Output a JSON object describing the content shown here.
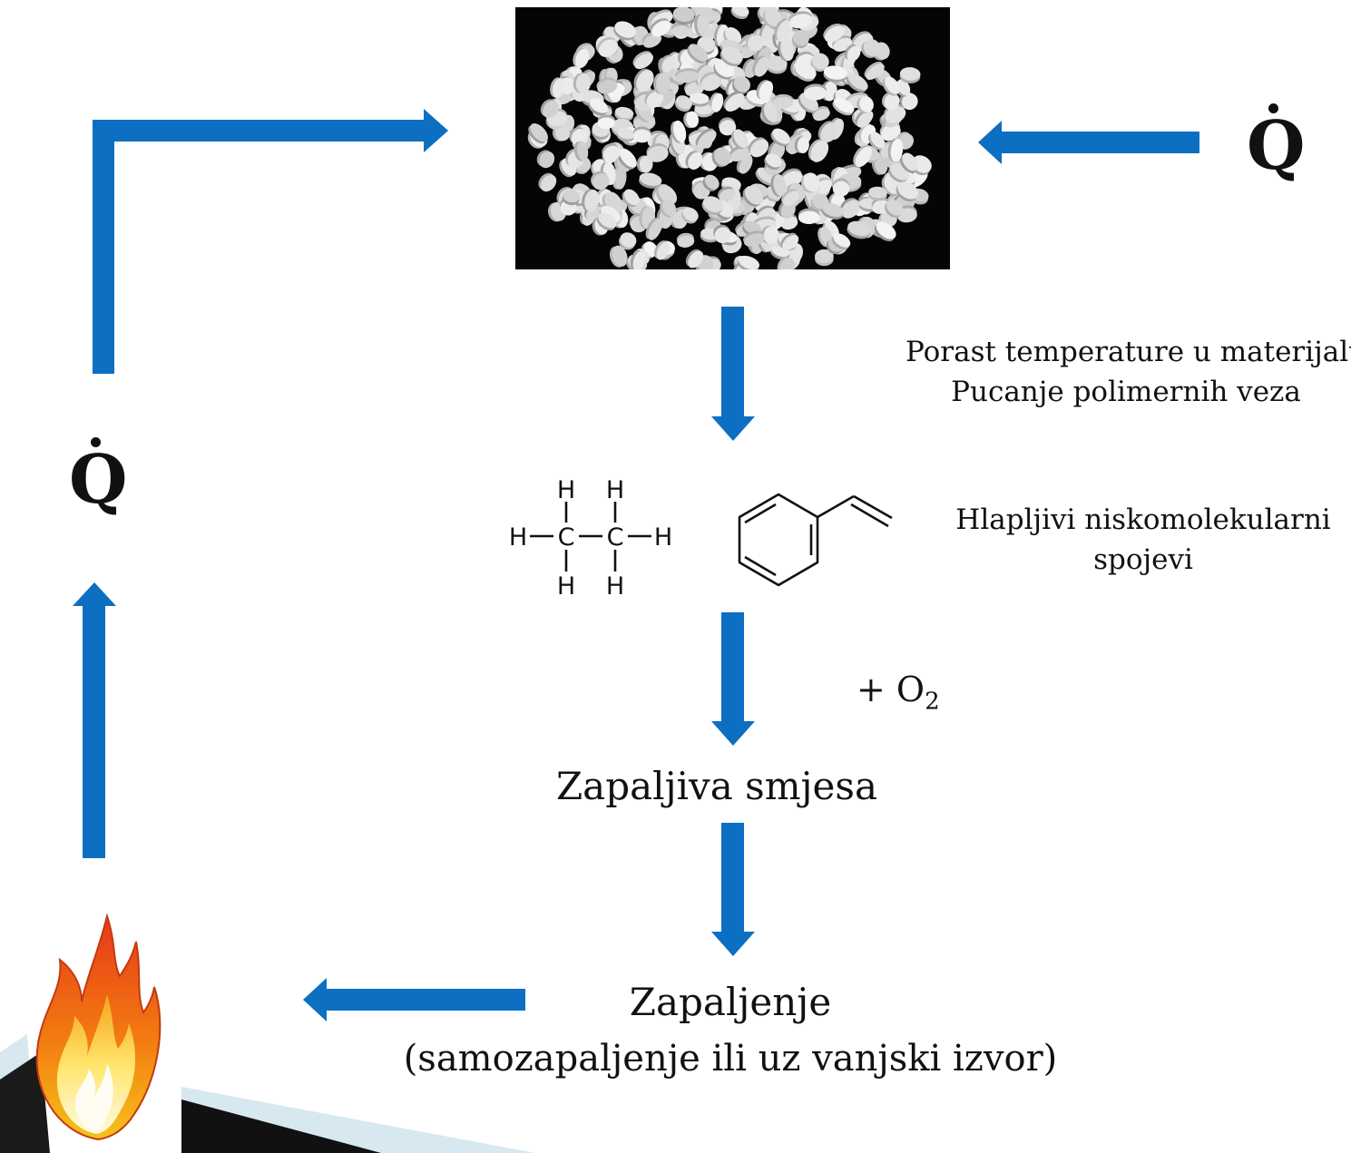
{
  "heat_symbol": "Q",
  "labels": {
    "porast": "Porast temperature u materijalu",
    "pucanje": "Pucanje polimernih veza",
    "hlapljivi_1": "Hlapljivi niskomolekularni",
    "hlapljivi_2": "spojevi",
    "oxygen_plus": "+ O",
    "oxygen_sub": "2",
    "zapaljiva": "Zapaljiva smjesa",
    "zapaljenje": "Zapaljenje",
    "zapaljenje_sub": "(samozapaljenje ili uz vanjski izvor)"
  },
  "ethane": {
    "hydrogen": "H",
    "carbon": "C"
  },
  "colors": {
    "arrow": "#0c6fc2",
    "text": "#111111",
    "photo_bg": "#050505",
    "pellet": "#d8d8d8",
    "slide_bar": "#111111",
    "slide_accent": "#d7e8f0"
  },
  "icons": [
    "polymer-pellets-photo",
    "flame-icon"
  ]
}
